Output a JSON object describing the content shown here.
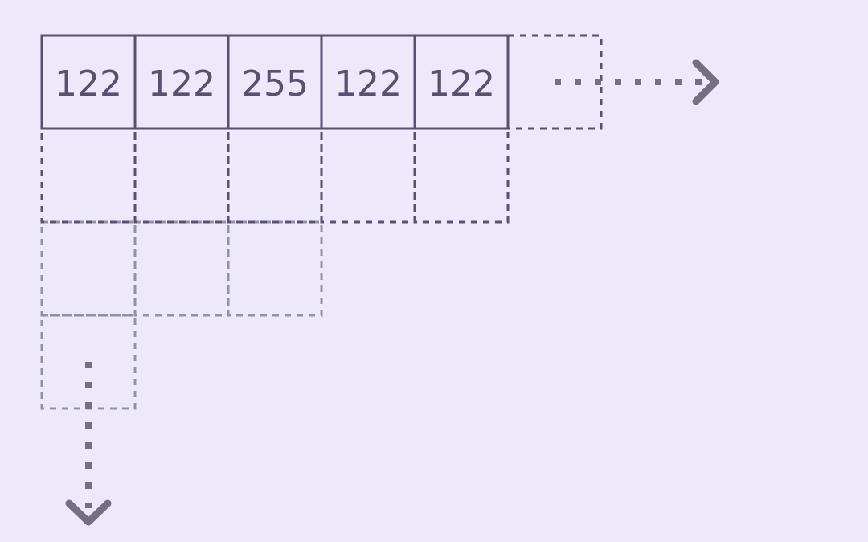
{
  "diagram": {
    "title": "",
    "rows": [
      {
        "style": "solid",
        "values": [
          "122",
          "122",
          "255",
          "122",
          "122"
        ],
        "extra_dotted_cells": 1
      },
      {
        "style": "dotted-dark",
        "values": [
          "",
          "",
          "",
          "",
          ""
        ]
      },
      {
        "style": "dotted-gray",
        "values": [
          "",
          "",
          ""
        ]
      },
      {
        "style": "dotted-gray",
        "values": [
          ""
        ]
      }
    ],
    "arrows": [
      {
        "direction": "right",
        "label": ""
      },
      {
        "direction": "down",
        "label": ""
      }
    ],
    "colors": {
      "background": "#ede9fb",
      "solid_border": "#5c5070",
      "dotted_dark": "#5c5070",
      "dotted_gray": "#8e94a6",
      "arrow": "#776d85",
      "text": "#5c5070"
    }
  }
}
